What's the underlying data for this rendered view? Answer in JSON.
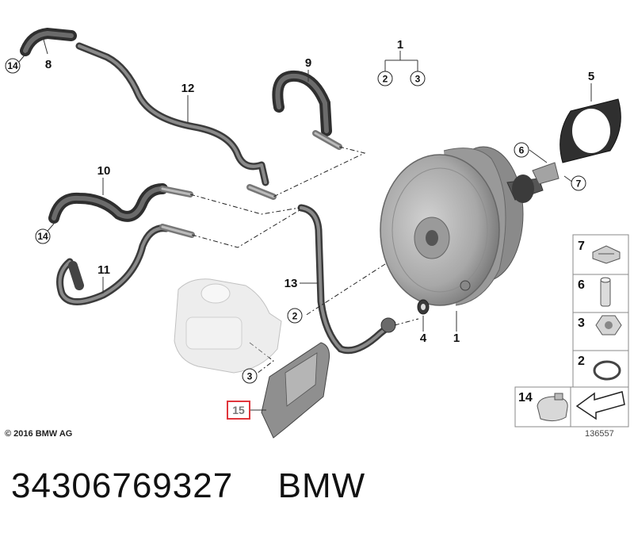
{
  "diagram": {
    "callouts": {
      "c1_top": "1",
      "c2_top": "2",
      "c3_top": "3",
      "c5": "5",
      "c6": "6",
      "c7": "7",
      "c8": "8",
      "c9": "9",
      "c10": "10",
      "c11": "11",
      "c12": "12",
      "c13": "13",
      "c14_a": "14",
      "c14_b": "14",
      "c2_mid": "2",
      "c3_low": "3",
      "c4": "4",
      "c1_low": "1",
      "c15": "15"
    },
    "legend": {
      "items": [
        "7",
        "6",
        "3",
        "2",
        "14"
      ]
    },
    "copyright": "© 2016 BMW AG",
    "drawing_number": "136557"
  },
  "listing": {
    "part_number": "34306769327",
    "brand": "BMW"
  },
  "colors": {
    "line": "#333333",
    "hose": "#5c5c5c",
    "booster": "#a9a9a9",
    "highlight": "#e0363c"
  }
}
